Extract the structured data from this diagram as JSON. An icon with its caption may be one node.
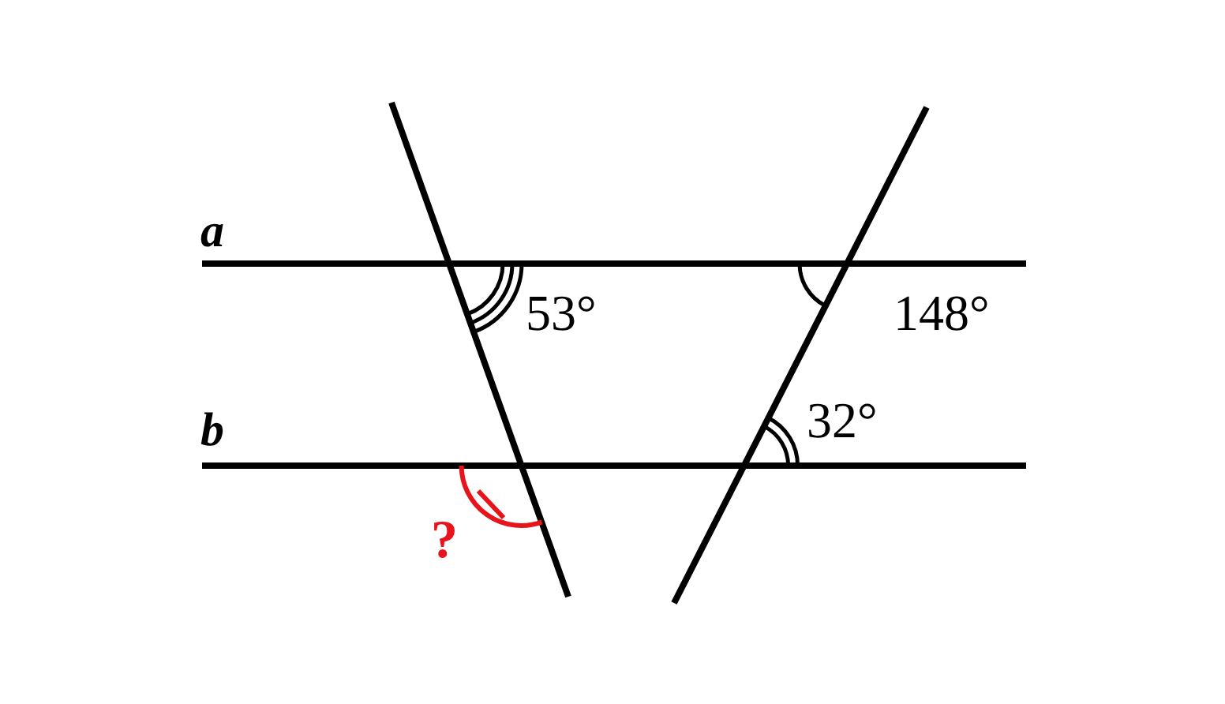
{
  "diagram": {
    "labels": [
      "a",
      "b",
      "53°",
      "148°",
      "32°",
      "?"
    ]
  }
}
